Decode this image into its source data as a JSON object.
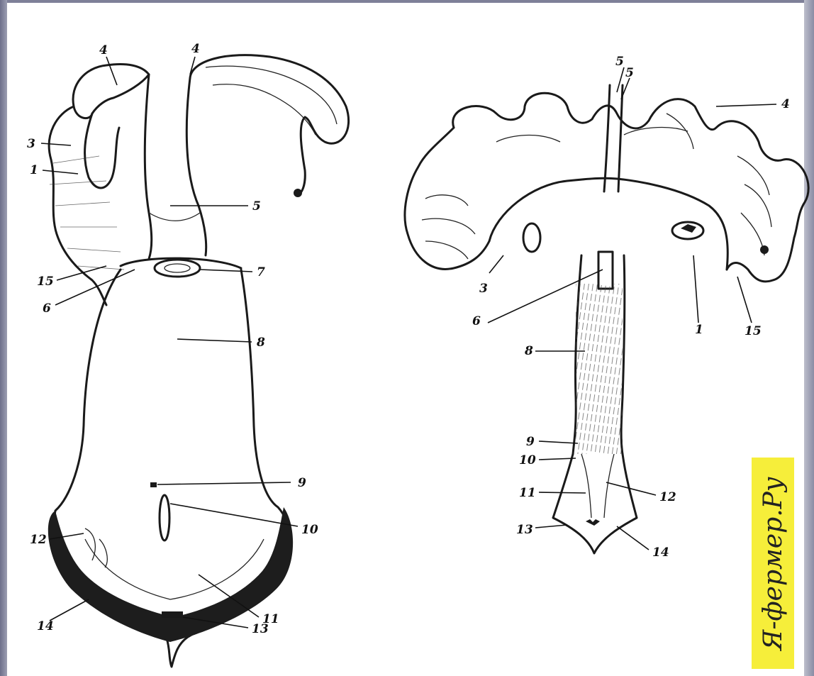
{
  "left_figure": {
    "labels": [
      "4",
      "4",
      "3",
      "1",
      "5",
      "15",
      "6",
      "7",
      "8",
      "9",
      "10",
      "12",
      "14",
      "11",
      "13"
    ]
  },
  "right_figure": {
    "labels": [
      "5",
      "5",
      "4",
      "3",
      "6",
      "1",
      "15",
      "8",
      "9",
      "10",
      "11",
      "12",
      "13",
      "14"
    ]
  },
  "watermark": {
    "text": "Я-фермер.Ру",
    "background": "#f6ee3a"
  },
  "colors": {
    "ink": "#1a1a1a",
    "background": "#ffffff",
    "frame": "#7e8098"
  }
}
